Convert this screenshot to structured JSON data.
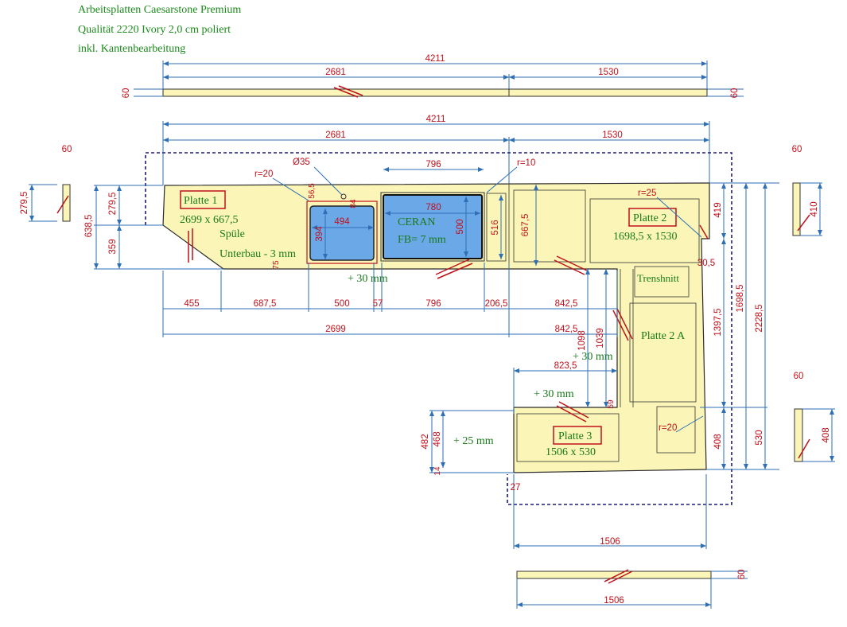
{
  "header": {
    "line1": "Arbeitsplatten Caesarstone Premium",
    "line2": "Qualität 2220 Ivory 2,0 cm poliert",
    "line3": "inkl. Kantenbearbeitung"
  },
  "colors": {
    "slab": "#fbf6b8",
    "outline": "#2a2a2a",
    "dim_line": "#2f6fb5",
    "dim_text": "#c0101a",
    "label_text": "#1a7a1a",
    "cutout": "#6aa8e8",
    "boundary": "#1b1b7a"
  },
  "plates": {
    "p1_title": "Platte 1",
    "p1_size": "2699 x 667,5",
    "p2_title": "Platte 2",
    "p2_size": "1698,5 x 1530",
    "p3_title": "Platte 3",
    "p3_size": "1506 x 530",
    "p2a_title": "Platte 2 A"
  },
  "labels": {
    "spuele": "Spüle",
    "unterbau": "Unterbau - 3 mm",
    "ceran": "CERAN",
    "fb": "FB= 7 mm",
    "trennschnitt": "Trenshnitt",
    "plus30_a": "+ 30 mm",
    "plus30_b": "+ 30 mm",
    "plus30_c": "+ 30 mm",
    "plus25": "+ 25 mm",
    "r20_a": "r=20",
    "r10": "r=10",
    "r25": "r=25",
    "r20_b": "r=20",
    "phi35": "Ø35"
  },
  "dims": {
    "top_total": "4211",
    "top_left": "2681",
    "top_right": "1530",
    "top_thick_l": "60",
    "top_thick_r": "60",
    "main_total": "4211",
    "main_left": "2681",
    "main_right": "1530",
    "side_60_l": "60",
    "side_2795_l": "279,5",
    "side_60_r": "60",
    "side_410": "410",
    "h_6385": "638,5",
    "h_2795": "279,5",
    "h_359": "359",
    "sink_w": "494",
    "sink_h": "394",
    "d_565": "56,5",
    "d_84": "84",
    "d_75": "75",
    "ceran_outer": "796",
    "ceran_inner": "780",
    "ceran_h": "500",
    "d_516": "516",
    "d_6675": "667,5",
    "d_419": "419",
    "d_305": "30,5",
    "d_16985": "1698,5",
    "d_22285": "2228,5",
    "d_13975": "1397,5",
    "d_408": "408",
    "d_530": "530",
    "b_455": "455",
    "b_6875": "687,5",
    "b_500": "500",
    "b_57": "57",
    "b_796": "796",
    "b_2065": "206,5",
    "b_8425": "842,5",
    "b_2699": "2699",
    "b_8425b": "842,5",
    "d_1098": "1098",
    "d_1039": "1039",
    "d_8235": "823,5",
    "d_59": "59",
    "d_482": "482",
    "d_468": "468",
    "d_14": "14",
    "d_27": "27",
    "bottom_1506": "1506",
    "strip_1506": "1506",
    "strip_60": "60",
    "side_60_r2": "60",
    "side_408": "408"
  }
}
